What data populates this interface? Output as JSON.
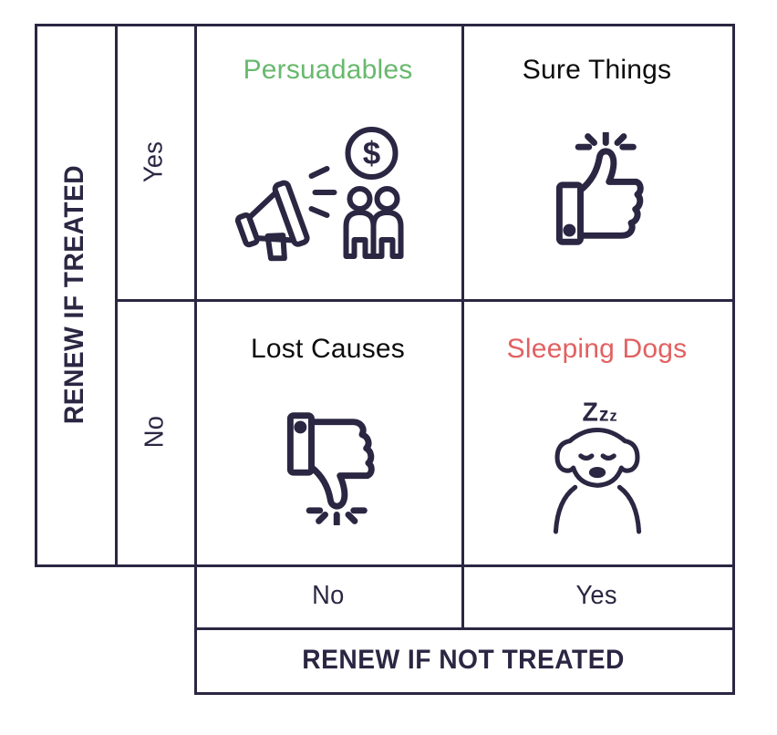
{
  "colors": {
    "line": "#2b2642",
    "axis_text": "#2b2642",
    "persuadables": "#68b96e",
    "sure_things": "#0c0c0c",
    "lost_causes": "#0c0c0c",
    "sleeping_dogs": "#e26161"
  },
  "y_axis": {
    "title": "RENEW IF TREATED",
    "labels": {
      "top": "Yes",
      "bottom": "No"
    }
  },
  "x_axis": {
    "title": "RENEW IF NOT TREATED",
    "labels": {
      "left": "No",
      "right": "Yes"
    }
  },
  "quadrants": {
    "top_left": {
      "title": "Persuadables",
      "color": "#68b96e",
      "icon": "megaphone-money-people-icon"
    },
    "top_right": {
      "title": "Sure Things",
      "color": "#0c0c0c",
      "icon": "thumbs-up-icon"
    },
    "bottom_left": {
      "title": "Lost Causes",
      "color": "#0c0c0c",
      "icon": "thumbs-down-icon"
    },
    "bottom_right": {
      "title": "Sleeping Dogs",
      "color": "#e26161",
      "icon": "sleeping-dog-icon"
    }
  },
  "icons": {
    "coin_symbol": "$",
    "zzz_parts": [
      "Z",
      "z",
      "z"
    ]
  }
}
